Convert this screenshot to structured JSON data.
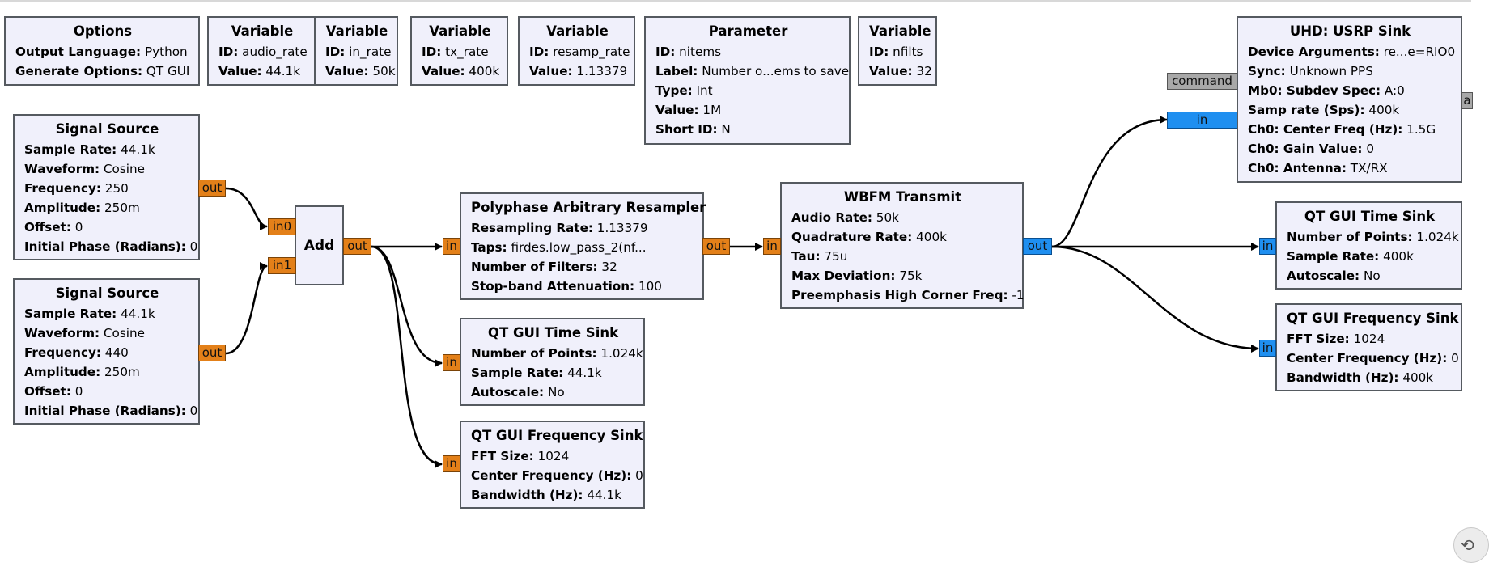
{
  "blocks": {
    "options": {
      "title": "Options",
      "rows": [
        {
          "k": "Output Language:",
          "v": "Python"
        },
        {
          "k": "Generate Options:",
          "v": "QT GUI"
        }
      ]
    },
    "var_audio": {
      "title": "Variable",
      "rows": [
        {
          "k": "ID:",
          "v": "audio_rate"
        },
        {
          "k": "Value:",
          "v": "44.1k"
        }
      ]
    },
    "var_in": {
      "title": "Variable",
      "rows": [
        {
          "k": "ID:",
          "v": "in_rate"
        },
        {
          "k": "Value:",
          "v": "50k"
        }
      ]
    },
    "var_tx": {
      "title": "Variable",
      "rows": [
        {
          "k": "ID:",
          "v": "tx_rate"
        },
        {
          "k": "Value:",
          "v": "400k"
        }
      ]
    },
    "var_resamp": {
      "title": "Variable",
      "rows": [
        {
          "k": "ID:",
          "v": "resamp_rate"
        },
        {
          "k": "Value:",
          "v": "1.13379"
        }
      ]
    },
    "parameter": {
      "title": "Parameter",
      "rows": [
        {
          "k": "ID:",
          "v": "nitems"
        },
        {
          "k": "Label:",
          "v": "Number o...ems to save"
        },
        {
          "k": "Type:",
          "v": "Int"
        },
        {
          "k": "Value:",
          "v": "1M"
        },
        {
          "k": "Short ID:",
          "v": "N"
        }
      ]
    },
    "var_nfilts": {
      "title": "Variable",
      "rows": [
        {
          "k": "ID:",
          "v": "nfilts"
        },
        {
          "k": "Value:",
          "v": "32"
        }
      ]
    },
    "uhd": {
      "title": "UHD: USRP Sink",
      "rows": [
        {
          "k": "Device Arguments:",
          "v": "re...e=RIO0"
        },
        {
          "k": "Sync:",
          "v": "Unknown PPS"
        },
        {
          "k": "Mb0: Subdev Spec:",
          "v": "A:0"
        },
        {
          "k": "Samp rate (Sps):",
          "v": "400k"
        },
        {
          "k": "Ch0: Center Freq (Hz):",
          "v": "1.5G"
        },
        {
          "k": "Ch0: Gain Value:",
          "v": "0"
        },
        {
          "k": "Ch0: Antenna:",
          "v": "TX/RX"
        }
      ]
    },
    "sig1": {
      "title": "Signal Source",
      "rows": [
        {
          "k": "Sample Rate:",
          "v": "44.1k"
        },
        {
          "k": "Waveform:",
          "v": "Cosine"
        },
        {
          "k": "Frequency:",
          "v": "250"
        },
        {
          "k": "Amplitude:",
          "v": "250m"
        },
        {
          "k": "Offset:",
          "v": "0"
        },
        {
          "k": "Initial Phase (Radians):",
          "v": "0"
        }
      ]
    },
    "sig2": {
      "title": "Signal Source",
      "rows": [
        {
          "k": "Sample Rate:",
          "v": "44.1k"
        },
        {
          "k": "Waveform:",
          "v": "Cosine"
        },
        {
          "k": "Frequency:",
          "v": "440"
        },
        {
          "k": "Amplitude:",
          "v": "250m"
        },
        {
          "k": "Offset:",
          "v": "0"
        },
        {
          "k": "Initial Phase (Radians):",
          "v": "0"
        }
      ]
    },
    "add": {
      "title": "Add",
      "rows": []
    },
    "resampler": {
      "title": "Polyphase Arbitrary Resampler",
      "rows": [
        {
          "k": "Resampling Rate:",
          "v": "1.13379"
        },
        {
          "k": "Taps:",
          "v": "firdes.low_pass_2(nf..."
        },
        {
          "k": "Number of Filters:",
          "v": "32"
        },
        {
          "k": "Stop-band Attenuation:",
          "v": "100"
        }
      ]
    },
    "wbfm": {
      "title": "WBFM Transmit",
      "rows": [
        {
          "k": "Audio Rate:",
          "v": "50k"
        },
        {
          "k": "Quadrature Rate:",
          "v": "400k"
        },
        {
          "k": "Tau:",
          "v": "75u"
        },
        {
          "k": "Max Deviation:",
          "v": "75k"
        },
        {
          "k": "Preemphasis High Corner Freq:",
          "v": "-1"
        }
      ]
    },
    "time1": {
      "title": "QT GUI Time Sink",
      "rows": [
        {
          "k": "Number of Points:",
          "v": "1.024k"
        },
        {
          "k": "Sample Rate:",
          "v": "44.1k"
        },
        {
          "k": "Autoscale:",
          "v": "No"
        }
      ]
    },
    "freq1": {
      "title": "QT GUI Frequency Sink",
      "rows": [
        {
          "k": "FFT Size:",
          "v": "1024"
        },
        {
          "k": "Center Frequency (Hz):",
          "v": "0"
        },
        {
          "k": "Bandwidth (Hz):",
          "v": "44.1k"
        }
      ]
    },
    "time2": {
      "title": "QT GUI Time Sink",
      "rows": [
        {
          "k": "Number of Points:",
          "v": "1.024k"
        },
        {
          "k": "Sample Rate:",
          "v": "400k"
        },
        {
          "k": "Autoscale:",
          "v": "No"
        }
      ]
    },
    "freq2": {
      "title": "QT GUI Frequency Sink",
      "rows": [
        {
          "k": "FFT Size:",
          "v": "1024"
        },
        {
          "k": "Center Frequency (Hz):",
          "v": "0"
        },
        {
          "k": "Bandwidth (Hz):",
          "v": "400k"
        }
      ]
    }
  },
  "ports": {
    "sig1_out": "out",
    "sig2_out": "out",
    "add_in0": "in0",
    "add_in1": "in1",
    "add_out": "out",
    "resamp_in": "in",
    "resamp_out": "out",
    "wbfm_in": "in",
    "wbfm_out": "out",
    "time1_in": "in",
    "freq1_in": "in",
    "uhd_command": "command",
    "uhd_in": "in",
    "uhd_right": "a",
    "time2_in": "in",
    "freq2_in": "in"
  },
  "colors": {
    "block_bg": "#f0f0fb",
    "block_border": "#555a60",
    "port_float": "#e38019",
    "port_complex": "#1f8ff0",
    "port_message": "#a8a8a8",
    "wire": "#000000"
  }
}
